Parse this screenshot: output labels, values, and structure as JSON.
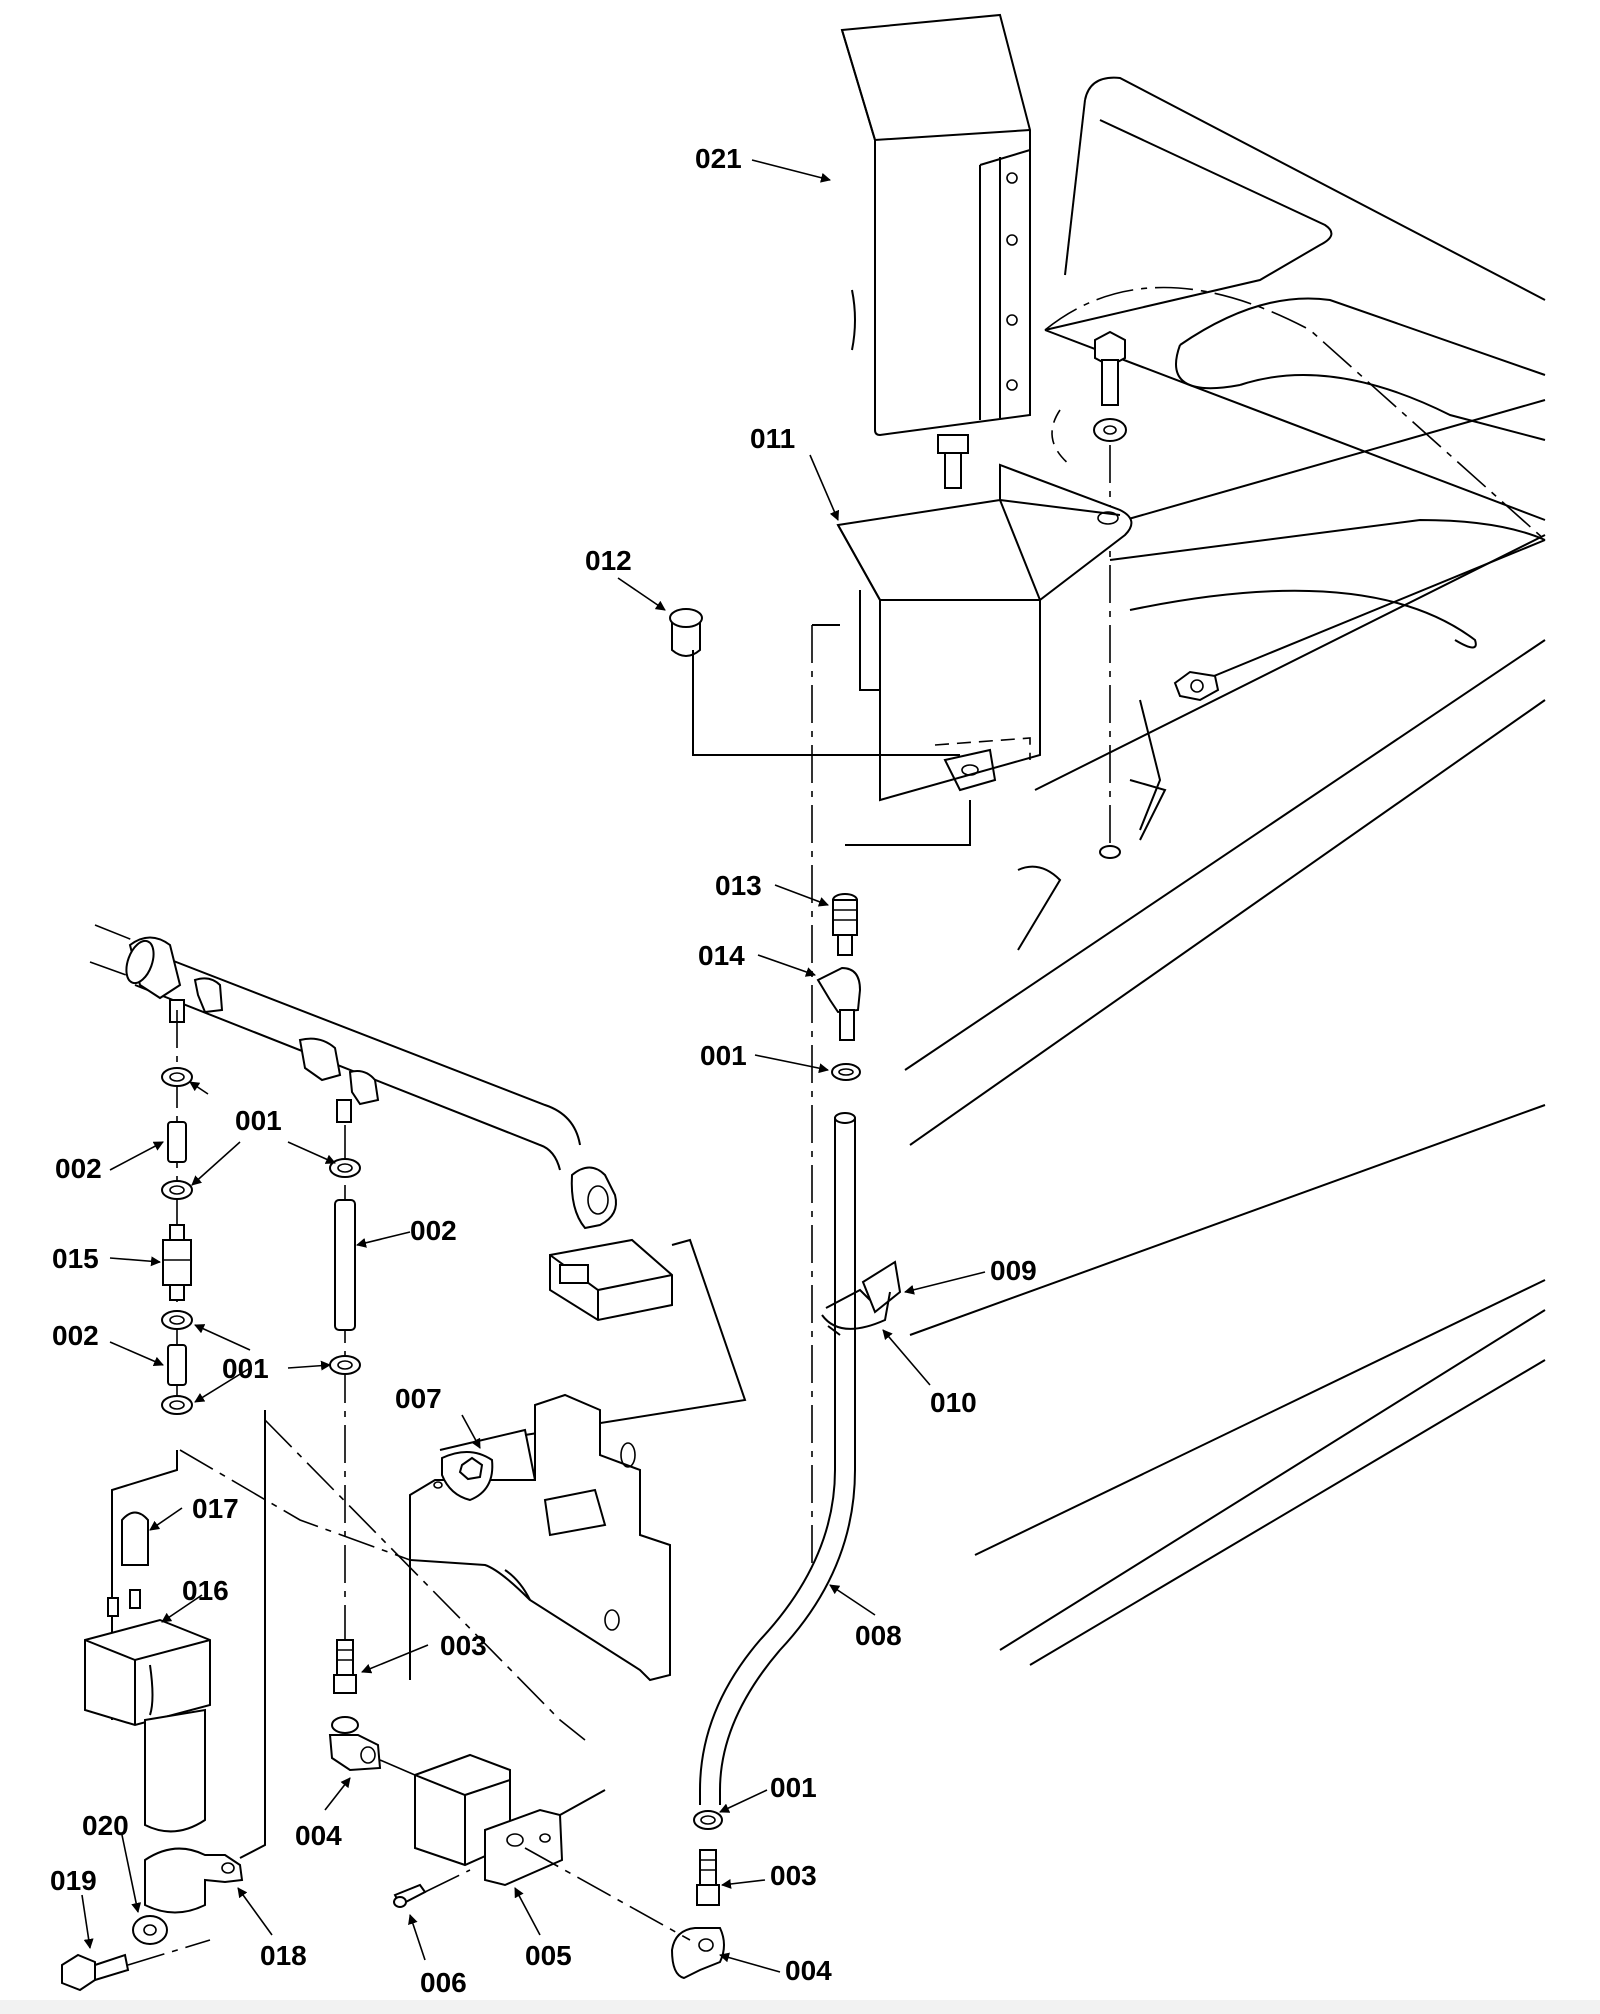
{
  "diagram": {
    "labels": {
      "l021": "021",
      "l011": "011",
      "l012": "012",
      "l013": "013",
      "l014": "014",
      "l001a": "001",
      "l009": "009",
      "l010": "010",
      "l008": "008",
      "l001b": "001",
      "l003a": "003",
      "l004a": "004",
      "l001c": "001",
      "l002a": "002",
      "l002b": "002",
      "l015": "015",
      "l002c": "002",
      "l001d": "001",
      "l007": "007",
      "l017": "017",
      "l016": "016",
      "l003b": "003",
      "l020": "020",
      "l019": "019",
      "l018": "018",
      "l004b": "004",
      "l006": "006",
      "l005": "005"
    }
  }
}
